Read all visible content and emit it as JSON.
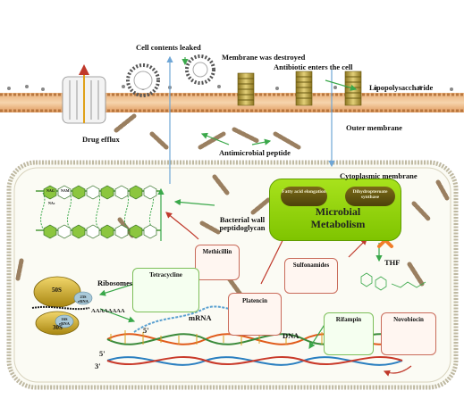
{
  "labels": {
    "cell_contents_leaked": "Cell contents leaked",
    "membrane_destroyed": "Membrane was destroyed",
    "antibiotic_enters": "Antibiotic enters the cell",
    "lipopolysaccharide": "Lipopolysaccharide",
    "drug_efflux": "Drug efflux",
    "outer_membrane": "Outer membrane",
    "antimicrobial_peptide": "Antimicrobial peptide",
    "cytoplasmic_membrane": "Cytoplasmic membrane",
    "bacterial_wall_peptidoglycan": "Bacterial wall peptidoglycan",
    "ribosomes": "Ribosomes",
    "mrna": "mRNA",
    "dna": "DNA",
    "thf": "THF",
    "aaaaaaaa": "AAAAAAAA",
    "five_prime_a": "5'",
    "five_prime_b": "5'",
    "three_prime": "3'"
  },
  "ribosome": {
    "large": "50S",
    "small": "30S",
    "rrna23": "23S rRNA",
    "rrna16": "16S rRNA"
  },
  "metabolism": {
    "title": "Microbial Metabolism",
    "fatty_acid": "Fatty acid elongation",
    "dihydropteroate": "Dihydropteroate synthase"
  },
  "drugs": {
    "methicillin": "Methicillin",
    "tetracycline": "Tetracycline",
    "platencin": "Platencin",
    "sulfonamides": "Sulfonamides",
    "rifampin": "Rifampin",
    "novobiocin": "Novobiocin"
  },
  "peptidoglycan_units": {
    "nag": "NAG",
    "nam": "NAM",
    "nac": "NAc"
  },
  "colors": {
    "membrane_tan": "#e0a16a",
    "metabolism_green": "#8fd11a",
    "drug_box_border": "#c96b5a",
    "arrow_red": "#c0392b",
    "arrow_green": "#3aa84a",
    "arrow_blue": "#6fa6d6",
    "cross_orange": "#f07d2a"
  }
}
